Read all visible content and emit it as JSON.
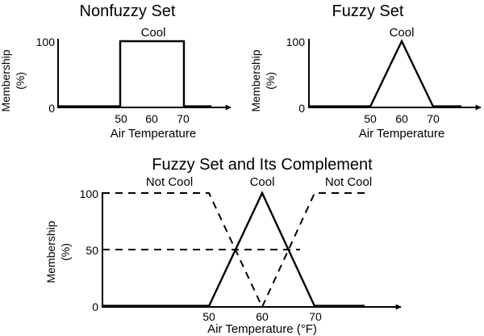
{
  "panels": {
    "nonfuzzy": {
      "title": "Nonfuzzy Set",
      "set_label": "Cool",
      "y_label_1": "Membership",
      "y_label_2": "(%)",
      "x_label": "Air Temperature",
      "y_ticks": [
        "100",
        "0"
      ],
      "x_ticks": [
        "50",
        "60",
        "70"
      ]
    },
    "fuzzy": {
      "title": "Fuzzy Set",
      "set_label": "Cool",
      "y_label_1": "Membership",
      "y_label_2": "(%)",
      "x_label": "Air Temperature",
      "y_ticks": [
        "100",
        "0"
      ],
      "x_ticks": [
        "50",
        "60",
        "70"
      ]
    },
    "complement": {
      "title": "Fuzzy Set and Its Complement",
      "set_label": "Cool",
      "complement_label_left": "Not Cool",
      "complement_label_right": "Not Cool",
      "y_label_1": "Membership",
      "y_label_2": "(%)",
      "x_label": "Air Temperature (°F)",
      "y_ticks": [
        "100",
        "50",
        "0"
      ],
      "x_ticks": [
        "50",
        "60",
        "70"
      ]
    }
  }
}
